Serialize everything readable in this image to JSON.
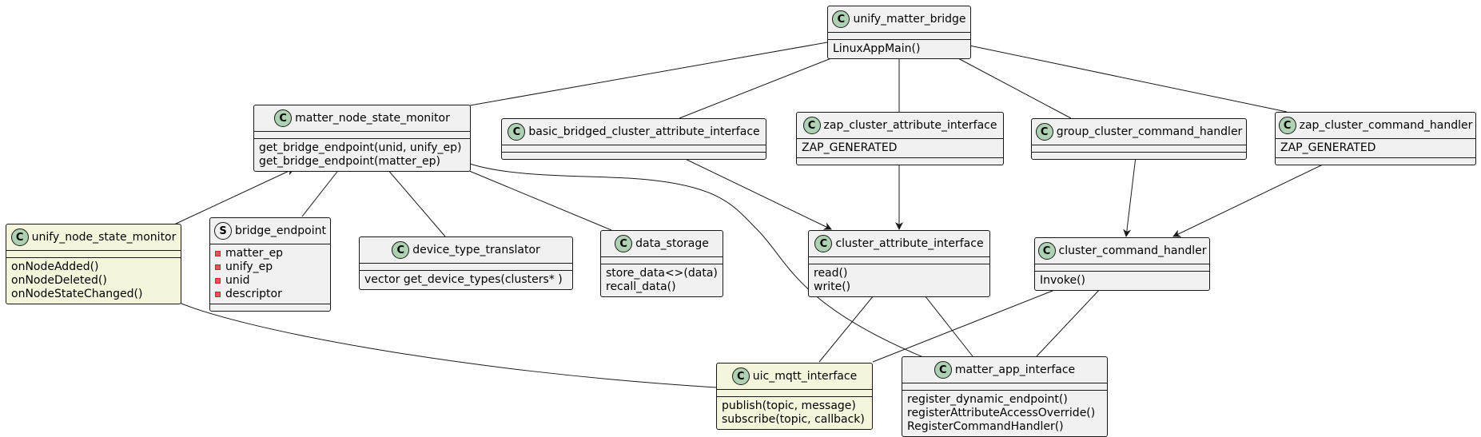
{
  "classes": {
    "unify_matter_bridge": {
      "badge": "C",
      "name": "unify_matter_bridge",
      "methods": [
        "LinuxAppMain()"
      ]
    },
    "matter_node_state_monitor": {
      "badge": "C",
      "name": "matter_node_state_monitor",
      "methods": [
        "get_bridge_endpoint(unid, unify_ep)",
        "get_bridge_endpoint(matter_ep)"
      ]
    },
    "basic_bridged_cluster_attribute_interface": {
      "badge": "C",
      "name": "basic_bridged_cluster_attribute_interface"
    },
    "zap_cluster_attribute_interface": {
      "badge": "C",
      "name": "zap_cluster_attribute_interface",
      "fields": [
        "ZAP_GENERATED"
      ]
    },
    "group_cluster_command_handler": {
      "badge": "C",
      "name": "group_cluster_command_handler"
    },
    "zap_cluster_command_handler": {
      "badge": "C",
      "name": "zap_cluster_command_handler",
      "fields": [
        "ZAP_GENERATED"
      ]
    },
    "unify_node_state_monitor": {
      "badge": "C",
      "name": "unify_node_state_monitor",
      "methods": [
        "onNodeAdded()",
        "onNodeDeleted()",
        "onNodeStateChanged()"
      ]
    },
    "bridge_endpoint": {
      "badge": "S",
      "name": "bridge_endpoint",
      "fields": [
        "matter_ep",
        "unify_ep",
        "unid",
        "descriptor"
      ]
    },
    "device_type_translator": {
      "badge": "C",
      "name": "device_type_translator",
      "methods": [
        "vector get_device_types(clusters* )"
      ]
    },
    "data_storage": {
      "badge": "C",
      "name": "data_storage",
      "methods": [
        "store_data<>(data)",
        "recall_data()"
      ]
    },
    "cluster_attribute_interface": {
      "badge": "C",
      "name": "cluster_attribute_interface",
      "methods": [
        "read()",
        "write()"
      ]
    },
    "cluster_command_handler": {
      "badge": "C",
      "name": "cluster_command_handler",
      "methods": [
        "Invoke()"
      ]
    },
    "uic_mqtt_interface": {
      "badge": "C",
      "name": "uic_mqtt_interface",
      "methods": [
        "publish(topic, message)",
        "subscribe(topic, callback)"
      ]
    },
    "matter_app_interface": {
      "badge": "C",
      "name": "matter_app_interface",
      "methods": [
        "register_dynamic_endpoint()",
        "registerAttributeAccessOverride()",
        "RegisterCommandHandler()"
      ]
    }
  },
  "colors": {
    "class_fill": "#F1F1F1",
    "note_fill": "#F5F5DC",
    "badge_class": "#ADD1B2",
    "line": "#181818",
    "private_marker": "#F24D5C"
  }
}
